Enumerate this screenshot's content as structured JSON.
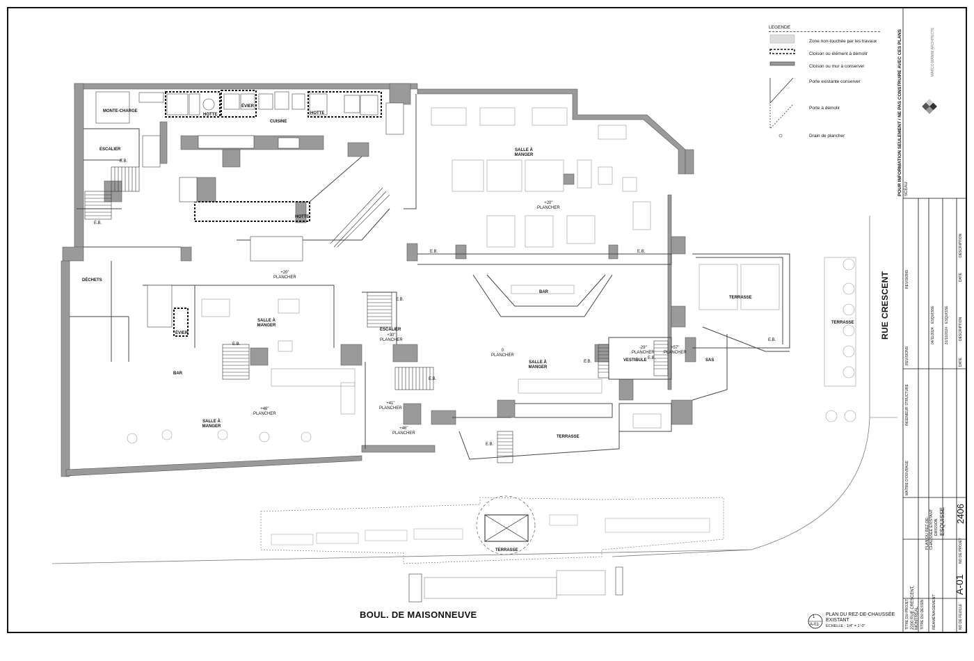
{
  "streets": {
    "south": "BOUL. DE MAISONNEUVE",
    "east": "RUE CRESCENT"
  },
  "legend": {
    "title": "LEGENDE",
    "items": [
      "Zone non-touchée par les travaux",
      "Cloison ou élément à démolir",
      "Cloison ou mur à conserver",
      "Porte existante conserver",
      "Porte à démolir",
      "Drain de plancher"
    ]
  },
  "rooms": {
    "monte_charge": "MONTE-CHARGE",
    "escalier": "ESCALIER",
    "cuisine": "CUISINE",
    "hotte": "HOTTE",
    "evier": "ÉVIER",
    "dechets": "DÉCHETS",
    "salle_a_manger": "SALLE À MANGER",
    "bar": "BAR",
    "terrasse": "TERRASSE",
    "vestibule": "VESTIBULE",
    "sas": "SAS",
    "escalier_cap": "ESCALIER"
  },
  "elevations": {
    "p20": "+20\"",
    "p30": "+30\"",
    "p0": "0",
    "p29": "-29\"",
    "p57": "+57\"",
    "p41": "+41\"",
    "p46": "+46\"",
    "plancher": "Plancher",
    "eb": "E.B."
  },
  "drawing_ref": {
    "number": "1",
    "sheet": "A-01",
    "title": "PLAN DU REZ-DE-CHAUSSÉE EXISTANT",
    "scale": "ÉCHELLE : 1/4\" = 1'-0\""
  },
  "title_block": {
    "notice": "POUR INFORMATION SEULEMENT / NE PAS CONSTRUIRE AVEC CES PLANS",
    "sceau": "SCEAU",
    "firm": "MARCO MANINI ARCHITECTE",
    "revisions": "REVISIONS",
    "date_header": "DATE",
    "description_header": "DESCRIPTION",
    "revision_rows": [
      {
        "date": "04/11/2024",
        "description": "ESQUISSE"
      },
      {
        "date": "31/10/2024",
        "description": "ESQUISSE"
      }
    ],
    "ingenieur": "INGENIEUR STRUCTURE",
    "maitre": "MAÎTRE D'OUVRAGE",
    "titre_projet_label": "TITRE DU PROJET",
    "titre_projet": "2200 RUE CRESCENT, MONTRÉAL",
    "reamenagement": "RÉAMÉNAGEMENT",
    "titre_dessin_label": "TITRE DU DESSIN",
    "titre_dessin": "PLAN DU REZ-DE-CHAUSSÉE EXISTANT",
    "emission_label": "ÉMISSION",
    "emission": "ESQUISSE",
    "no_projet_label": "NO DE PROJET",
    "no_projet": "2406",
    "no_feuille_label": "NO DE FEUILLE",
    "no_feuille": "A-01"
  }
}
